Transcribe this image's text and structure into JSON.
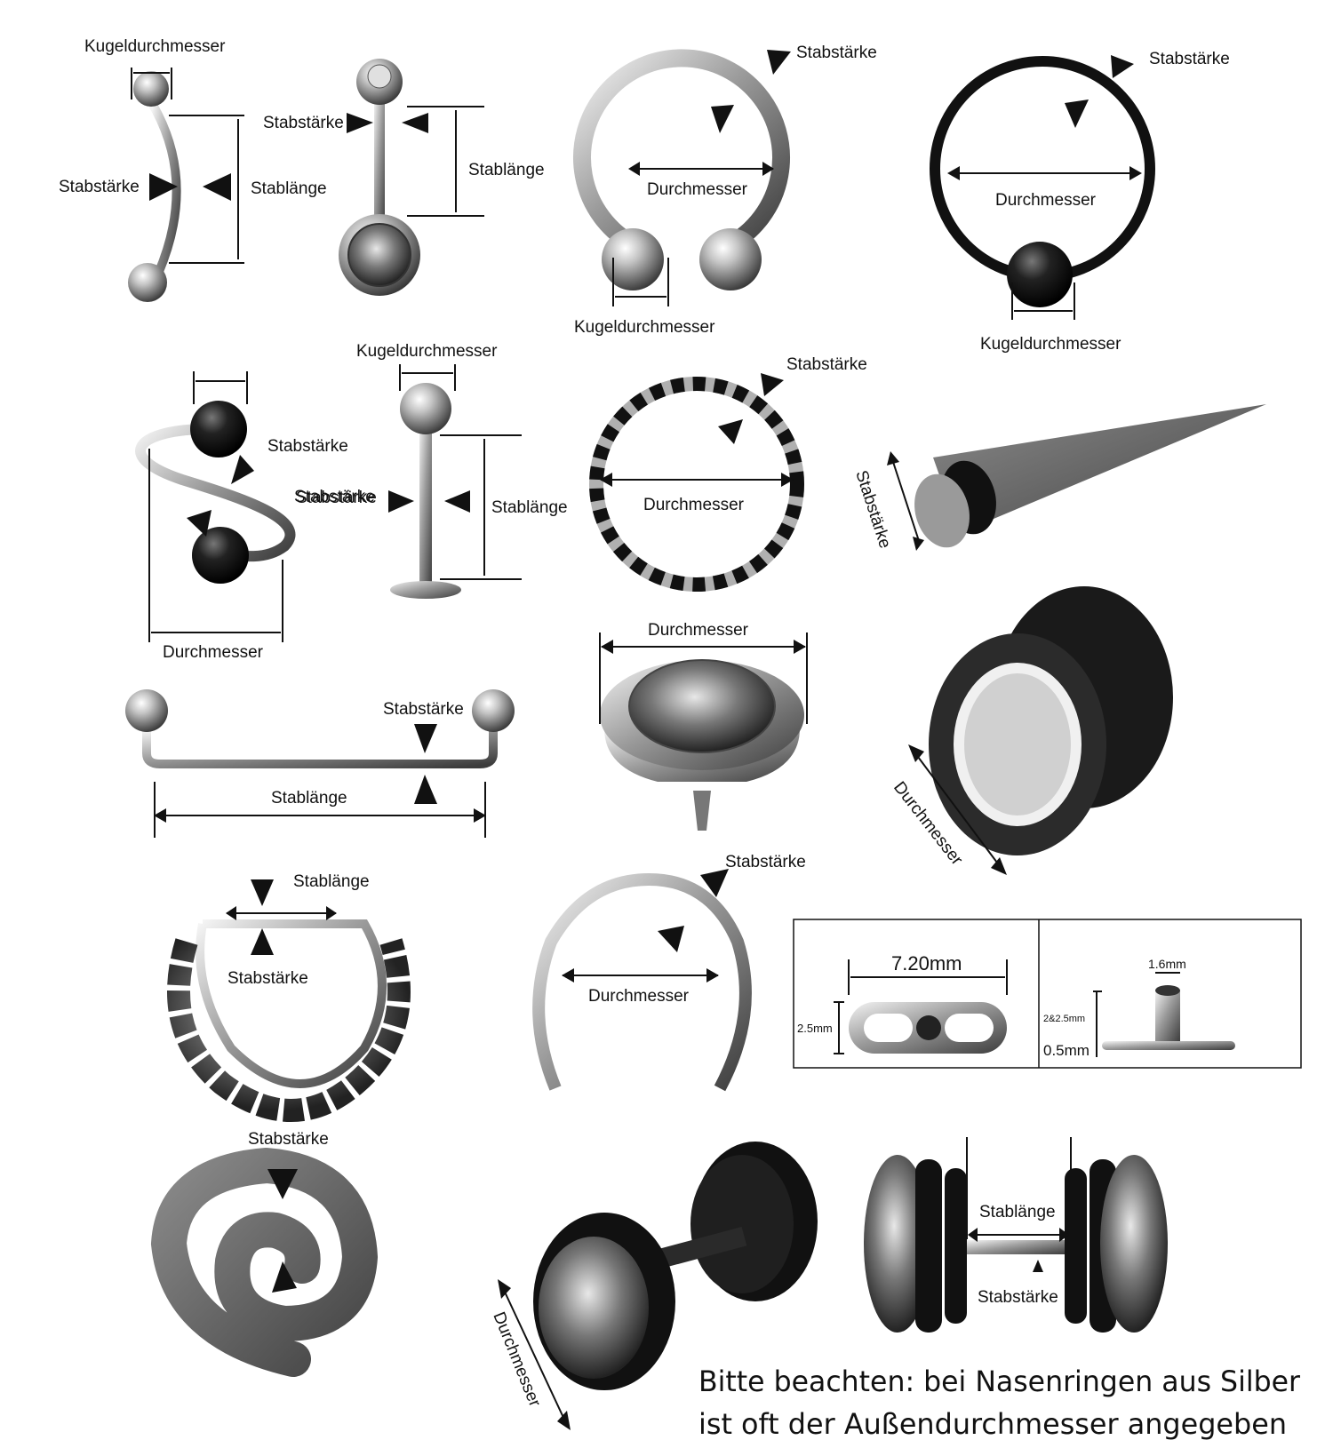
{
  "labels": {
    "ball_diameter": "Kugeldurchmesser",
    "thickness": "Stabstärke",
    "length": "Stablänge",
    "diameter": "Durchmesser"
  },
  "dermal": {
    "length": "7.20mm",
    "height": "2.5mm",
    "hole": "1.6mm",
    "post": "2&2.5mm",
    "base": "0.5mm"
  },
  "note": {
    "line1": "Bitte beachten: bei Nasenringen aus Silber",
    "line2": "ist oft der Außendurchmesser angegeben"
  },
  "colors": {
    "ink": "#111111",
    "steel": "#b8b8b8",
    "black_steel": "#1a1a1a"
  }
}
